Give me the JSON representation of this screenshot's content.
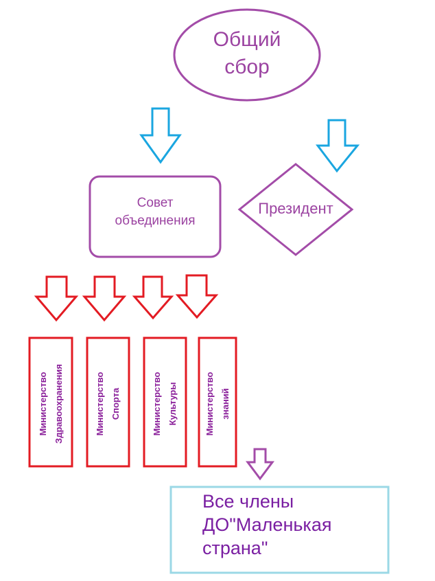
{
  "colors": {
    "purple": "#A34CA8",
    "purple_text": "#9B43A1",
    "blue": "#1AA6E0",
    "red": "#E31B23",
    "text_purple_dark": "#7A1FA2",
    "light_blue": "#9BD8E6",
    "ministry_text": "#8A1F9A"
  },
  "nodes": {
    "general_meeting": "Общий\nсбор",
    "council": "Совет\nобъединения",
    "president": "Президент",
    "ministries": [
      "Министерство\nЗдравоохранения",
      "Министерство\nСпорта",
      "Министерство\nКультуры",
      "Министерство\nзнаний"
    ],
    "members": "Все члены\nДО\"Маленькая\nстрана\""
  },
  "arrows": {
    "to_council": "blue-down-arrow-icon",
    "to_president": "blue-down-arrow-icon",
    "to_ministries": "red-down-arrow-icon",
    "to_members": "purple-down-arrow-icon"
  }
}
